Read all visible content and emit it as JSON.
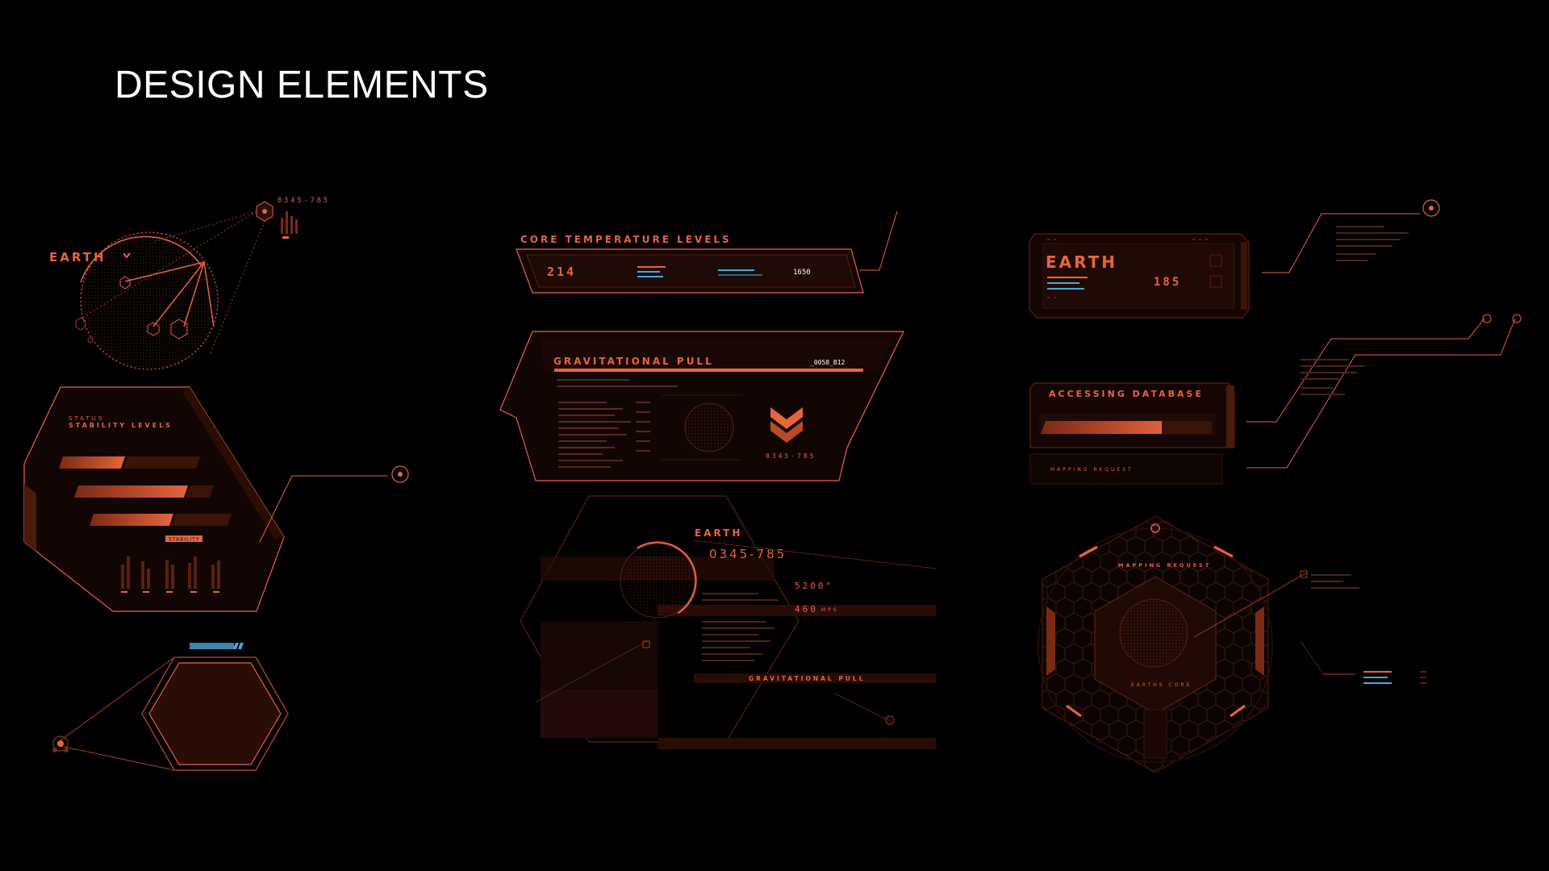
{
  "page": {
    "title": "DESIGN ELEMENTS"
  },
  "colors": {
    "accent": "#e8643c",
    "dark_panel": "#1a0a06",
    "blue": "#4aa8d8",
    "background": "#000000"
  },
  "earth_globe": {
    "label": "EARTH",
    "code": "0345-785"
  },
  "stability_panel": {
    "status": "STATUS",
    "heading": "STABILITY LEVELS",
    "tag": "STABILITY"
  },
  "core_temp": {
    "heading": "CORE TEMPERATURE LEVELS",
    "value_a": "214",
    "value_b": "1650"
  },
  "gravitational": {
    "heading": "GRAVITATIONAL PULL",
    "code": "_0058_B12",
    "sub_code": "0345-785"
  },
  "earth_detail": {
    "label": "EARTH",
    "code": "0345-785",
    "temp": "5200°",
    "speed": "460",
    "speed_unit": "MPS",
    "footer": "GRAVITATIONAL PULL"
  },
  "earth_card": {
    "label": "EARTH",
    "value": "185"
  },
  "database": {
    "heading": "ACCESSING DATABASE",
    "progress": 0.72,
    "mapping": "MAPPING REQUEST"
  },
  "hex_map": {
    "heading": "MAPPING REQUEST",
    "center": "EARTHS CORE"
  }
}
